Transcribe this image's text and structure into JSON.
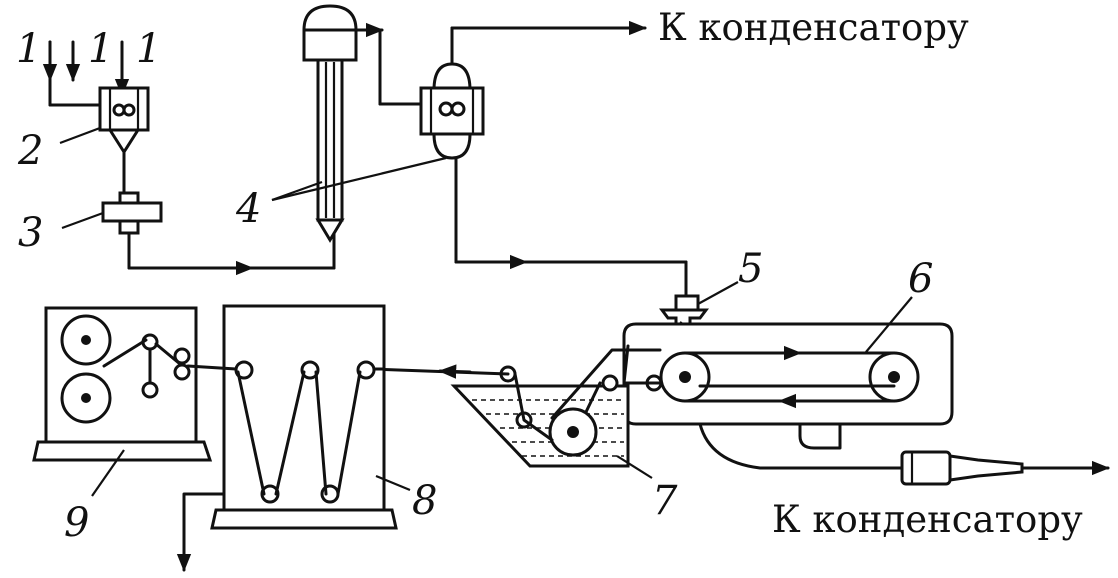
{
  "labels": {
    "condenser_top": "К конденсатору",
    "condenser_bottom": "К конденсатору"
  },
  "callouts": {
    "n1a": "1",
    "n1b": "1",
    "n1c": "1",
    "n2": "2",
    "n3": "3",
    "n4": "4",
    "n5": "5",
    "n6": "6",
    "n7": "7",
    "n8": "8",
    "n9": "9"
  }
}
